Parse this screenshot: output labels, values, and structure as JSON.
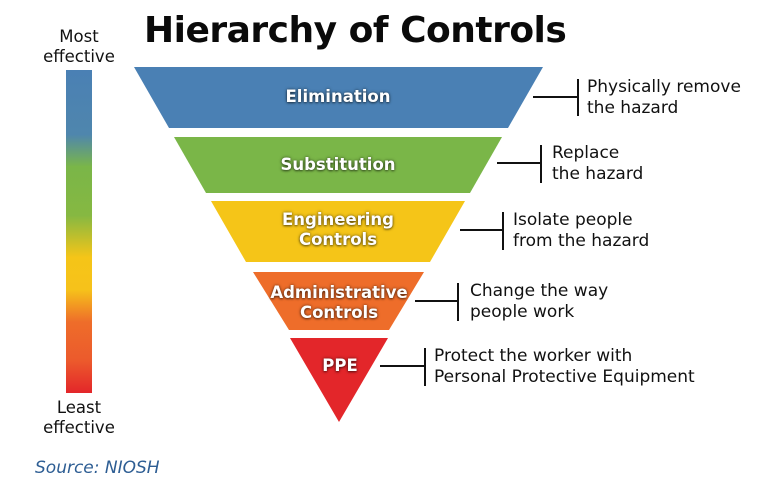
{
  "title": "Hierarchy of Controls",
  "scale": {
    "top_label_line1": "Most",
    "top_label_line2": "effective",
    "bottom_label_line1": "Least",
    "bottom_label_line2": "effective",
    "gradient_colors": [
      "#4a80b4",
      "#7ab648",
      "#f5c518",
      "#ee6d2a",
      "#e3262a"
    ]
  },
  "levels": [
    {
      "name": "Elimination",
      "label_line1": "Elimination",
      "label_line2": "",
      "color": "#4a80b4",
      "description_line1": "Physically remove",
      "description_line2": "the hazard"
    },
    {
      "name": "Substitution",
      "label_line1": "Substitution",
      "label_line2": "",
      "color": "#7ab648",
      "description_line1": "Replace",
      "description_line2": "the hazard"
    },
    {
      "name": "Engineering Controls",
      "label_line1": "Engineering",
      "label_line2": "Controls",
      "color": "#f5c518",
      "description_line1": "Isolate people",
      "description_line2": "from the hazard"
    },
    {
      "name": "Administrative Controls",
      "label_line1": "Administrative",
      "label_line2": "Controls",
      "color": "#ee6d2a",
      "description_line1": "Change the way",
      "description_line2": "people work"
    },
    {
      "name": "PPE",
      "label_line1": "PPE",
      "label_line2": "",
      "color": "#e3262a",
      "description_line1": "Protect the worker with",
      "description_line2": "Personal Protective Equipment"
    }
  ],
  "source": "Source: NIOSH",
  "colors": {
    "source_text": "#2d5d93",
    "connector": "#111111"
  }
}
